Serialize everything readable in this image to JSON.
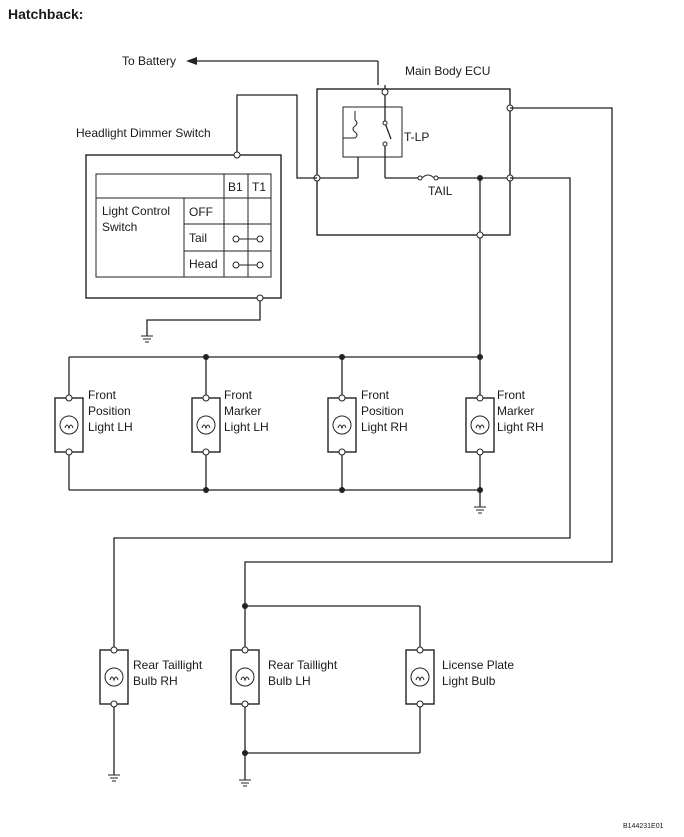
{
  "title": "Hatchback:",
  "to_battery": "To Battery",
  "ecu": {
    "name": "Main Body ECU",
    "relay": "T-LP",
    "fuse": "TAIL"
  },
  "dimmer": {
    "name": "Headlight Dimmer Switch",
    "col_b1": "B1",
    "col_t1": "T1",
    "switch_label_1": "Light Control",
    "switch_label_2": "Switch",
    "positions": [
      "OFF",
      "Tail",
      "Head"
    ]
  },
  "front_lamps": [
    {
      "lines": [
        "Front",
        "Position",
        "Light LH"
      ]
    },
    {
      "lines": [
        "Front",
        "Marker",
        "Light LH"
      ]
    },
    {
      "lines": [
        "Front",
        "Position",
        "Light RH"
      ]
    },
    {
      "lines": [
        "Front",
        "Marker",
        "Light RH"
      ]
    }
  ],
  "rear_lamps": [
    {
      "lines": [
        "Rear Taillight",
        "Bulb RH"
      ]
    },
    {
      "lines": [
        "Rear Taillight",
        "Bulb LH"
      ]
    },
    {
      "lines": [
        "License Plate",
        "Light Bulb"
      ]
    }
  ],
  "figure_code": "B144231E01"
}
